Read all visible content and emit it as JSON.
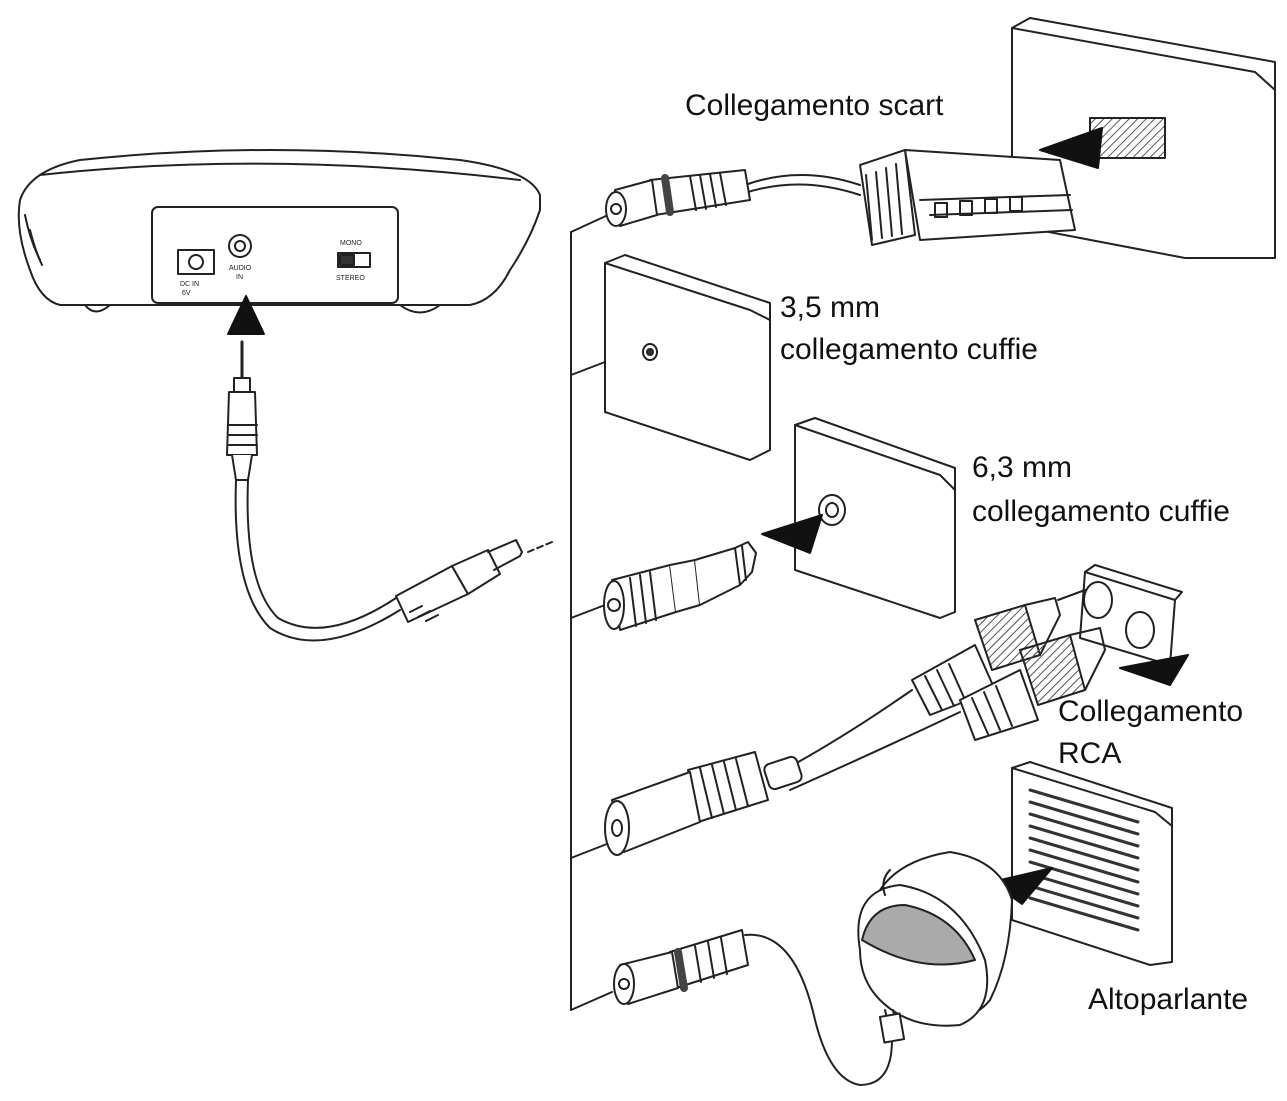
{
  "labels": {
    "scart": "Collegamento scart",
    "jack35": {
      "line1": "3,5 mm",
      "line2": "collegamento cuffie"
    },
    "jack63": {
      "line1": "6,3 mm",
      "line2": "collegamento cuffie"
    },
    "rca": {
      "line1": "Collegamento",
      "line2": "RCA"
    },
    "speaker": "Altoparlante"
  },
  "base_panel": {
    "dc_in": "DC IN",
    "dc_spec": "6V",
    "audio_in_1": "AUDIO",
    "audio_in_2": "IN",
    "mono": "MONO",
    "stereo": "STEREO"
  },
  "icons": [
    "arrow-icon",
    "scart-plug-icon",
    "rca-plug-icon",
    "speaker-clip-icon",
    "jack-plug-icon"
  ]
}
